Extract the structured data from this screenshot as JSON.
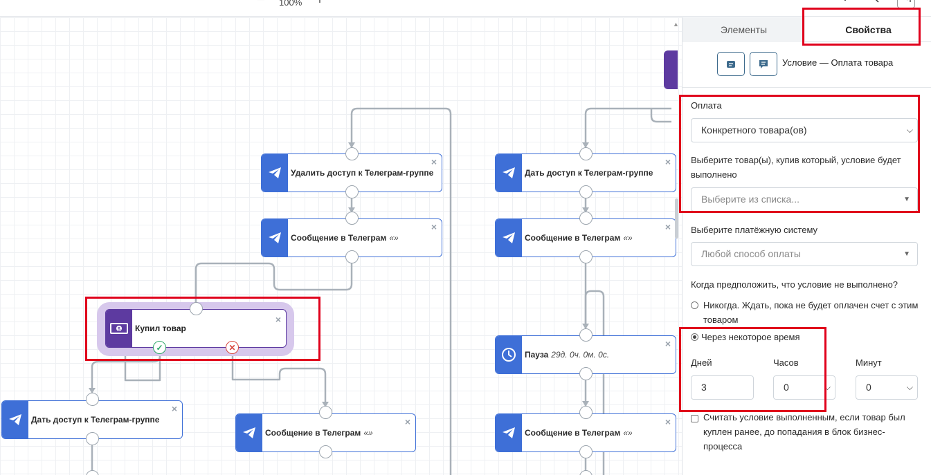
{
  "toolbar": {
    "zoom_out": "−",
    "zoom_value": "100%",
    "zoom_in": "+"
  },
  "canvas": {
    "nodes": {
      "remove_access": {
        "label": "Удалить доступ к Телеграм-группе"
      },
      "msg_top": {
        "label": "Сообщение в Телеграм",
        "quote": "«»"
      },
      "bought": {
        "label": "Купил товар"
      },
      "give_access_left": {
        "label": "Дать доступ к Телеграм-группе"
      },
      "msg_bottom": {
        "label": "Сообщение в Телеграм",
        "quote": "«»"
      },
      "give_access_right": {
        "label": "Дать доступ к Телеграм-группе"
      },
      "msg_right": {
        "label": "Сообщение в Телеграм",
        "quote": "«»"
      },
      "pause": {
        "label": "Пауза",
        "detail": "29д. 0ч. 0м. 0с."
      },
      "msg_right_bottom": {
        "label": "Сообщение в Телеграм",
        "quote": "«»"
      }
    },
    "close_glyph": "×"
  },
  "panel": {
    "tabs": [
      {
        "label": "Элементы",
        "active": false
      },
      {
        "label": "Свойства",
        "active": true
      }
    ],
    "condition_title": "Условие — Оплата товара",
    "payment": {
      "label": "Оплата",
      "value": "Конкретного товара(ов)"
    },
    "products": {
      "label": "Выберите товар(ы), купив который, условие будет выполнено",
      "placeholder": "Выберите из списка..."
    },
    "payment_system": {
      "label": "Выберите платёжную систему",
      "placeholder": "Любой способ оплаты"
    },
    "not_met": {
      "question": "Когда предположить, что условие не выполнено?",
      "option_never": "Никогда. Ждать, пока не будет оплачен счет с этим товаром",
      "option_after": "Через некоторое время",
      "selected": "after"
    },
    "time": {
      "days_label": "Дней",
      "days_value": "3",
      "hours_label": "Часов",
      "hours_value": "0",
      "minutes_label": "Минут",
      "minutes_value": "0"
    },
    "consider_before": {
      "label": "Считать условие выполненным, если товар был куплен ранее, до попадания в блок бизнес-процесса",
      "checked": false
    }
  },
  "colors": {
    "telegram_block": "#3e6fd7",
    "purchase_block": "#5d3aa0",
    "purchase_halo": "#d7c8ec",
    "highlight": "#e0001b",
    "ok": "#2ea86a",
    "fail": "#d9473e"
  }
}
